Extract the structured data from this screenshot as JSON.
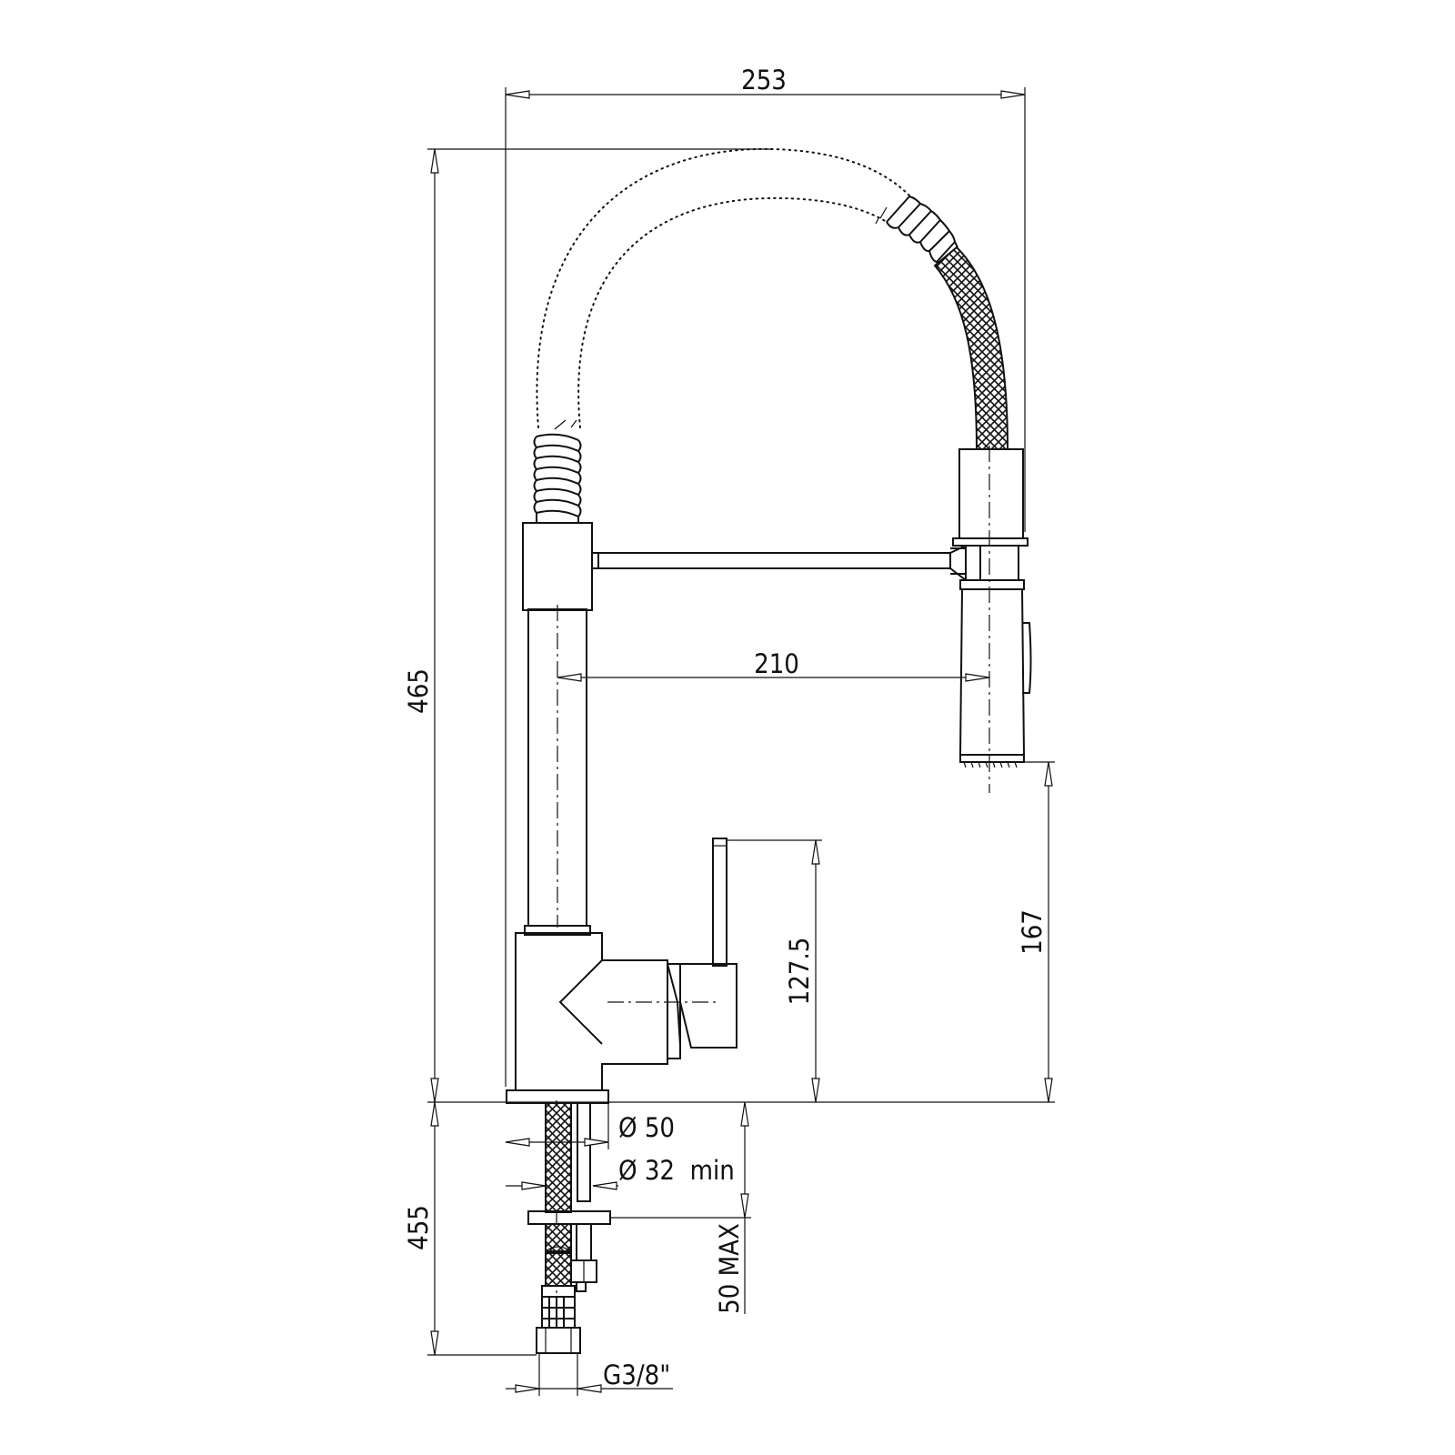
{
  "drawing": {
    "dimensions": {
      "overall_width": "253",
      "overall_height": "465",
      "spout_reach": "210",
      "spout_clearance": "167",
      "lever_height": "127.5",
      "base_diameter": "Ø 50",
      "hole_diameter": "Ø 32  min",
      "below_deck_length": "455",
      "max_deck_thickness": "50 MAX",
      "connection_thread": "G3/8\""
    },
    "colors": {
      "line": "#111111",
      "background": "#ffffff"
    }
  }
}
